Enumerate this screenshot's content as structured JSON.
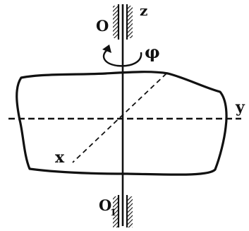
{
  "labels": {
    "top_pivot": "O",
    "bottom_pivot": "O",
    "bottom_pivot_subscript": "1",
    "axis_z": "z",
    "axis_y": "y",
    "axis_x": "x",
    "rotation_angle": "φ"
  },
  "colors": {
    "ink": "#111111",
    "background": "#ffffff"
  }
}
